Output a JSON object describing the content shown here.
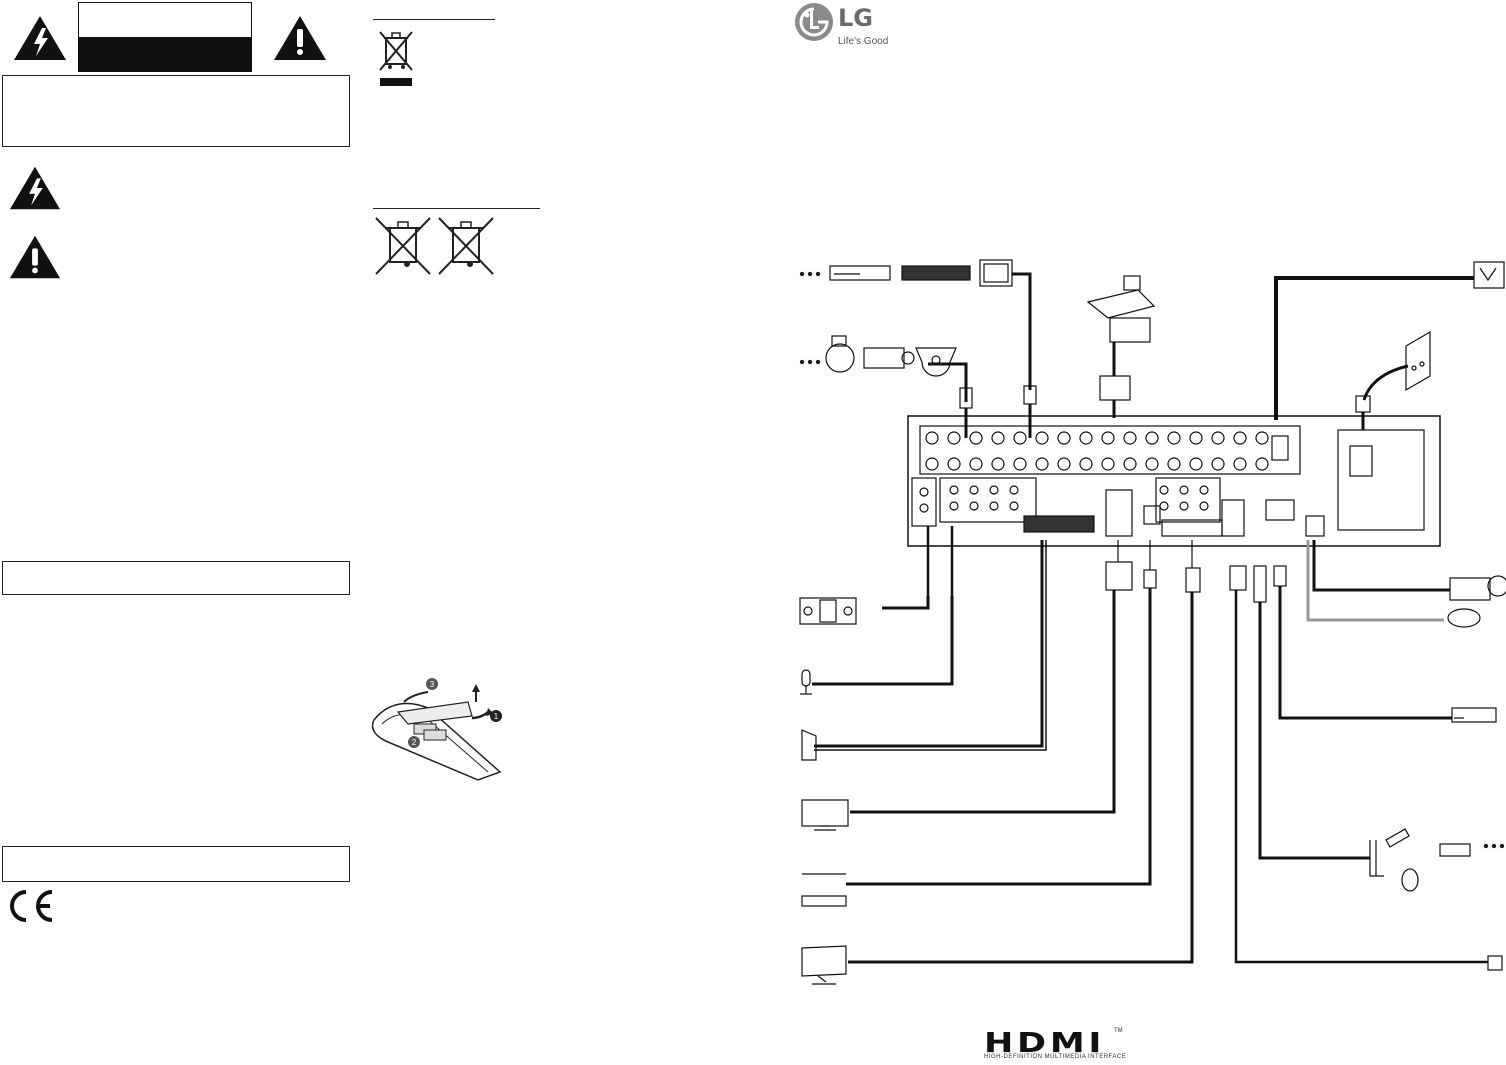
{
  "brand": {
    "logo_text": "LG",
    "tagline": "Life's Good"
  },
  "hdmi_logo": {
    "wordmark": "HDMI",
    "trademark": "TM",
    "subtitle": "HIGH-DEFINITION MULTIMEDIA INTERFACE"
  },
  "ce_mark": "CE",
  "remote_steps": [
    "1",
    "2",
    "3"
  ],
  "icons": [
    "lightning-warning-icon",
    "exclamation-warning-icon",
    "weee-bin-icon",
    "battery-weee-bin-icon",
    "ce-mark-icon",
    "lg-logo-icon",
    "hdmi-logo-icon"
  ]
}
